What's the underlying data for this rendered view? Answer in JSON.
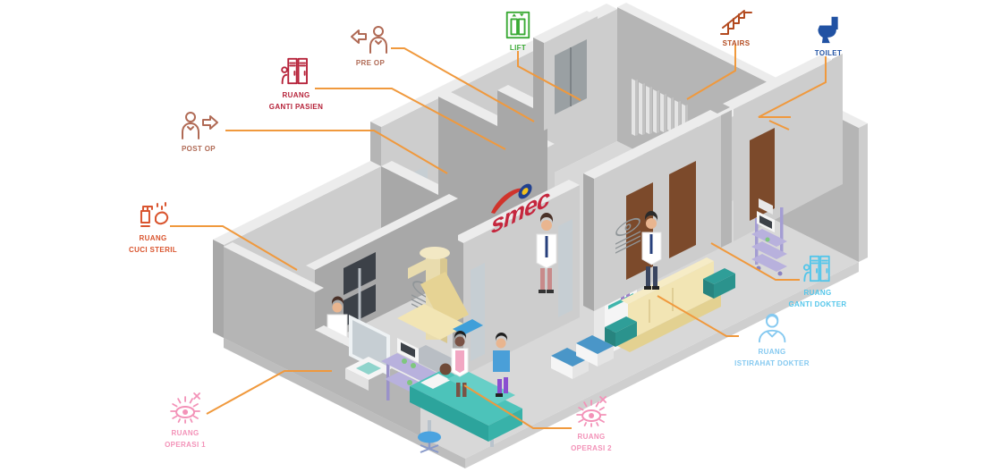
{
  "scene": {
    "logo_text": "smec"
  },
  "palette": {
    "connector": "#f0993d",
    "floor": "#d8d8d8",
    "wall_light": "#cdcdcd",
    "wall_mid": "#b5b5b5",
    "wall_dark": "#a8a8a8",
    "wall_top": "#ececec",
    "door": "#7c4a2b",
    "bed_teal": "#4cc3ba",
    "sofa_cream": "#f2e5b4",
    "glass": "#c6ced3",
    "screen": "#3c4148",
    "cart_lavender": "#b8b1dd",
    "teal": "#2f9e98",
    "blue": "#4a96c8",
    "logo_red": "#c5273e"
  },
  "labels": {
    "pre_op": {
      "line1": "PRE OP",
      "line2": "",
      "icon": "person-exit-left-icon",
      "color": "#b06a55"
    },
    "ruang_ganti_pasien": {
      "line1": "RUANG",
      "line2": "GANTI PASIEN",
      "icon": "lockers-icon",
      "color": "#b6233a"
    },
    "post_op": {
      "line1": "POST OP",
      "line2": "",
      "icon": "person-exit-right-icon",
      "color": "#b06a55"
    },
    "lift": {
      "line1": "LIFT",
      "line2": "",
      "icon": "elevator-icon",
      "color": "#3aaa35"
    },
    "stairs": {
      "line1": "STAIRS",
      "line2": "",
      "icon": "stairs-icon",
      "color": "#b34a1f"
    },
    "toilet": {
      "line1": "TOILET",
      "line2": "",
      "icon": "toilet-icon",
      "color": "#2152a3"
    },
    "ruang_cuci_steril": {
      "line1": "RUANG",
      "line2": "CUCI STERIL",
      "icon": "wash-sterile-icon",
      "color": "#d9542e"
    },
    "ruang_ganti_dokter": {
      "line1": "RUANG",
      "line2": "GANTI DOKTER",
      "icon": "lockers-icon",
      "color": "#54c6ea"
    },
    "ruang_istirahat_dokter": {
      "line1": "RUANG",
      "line2": "ISTIRAHAT DOKTER",
      "icon": "doctor-icon",
      "color": "#85c9f0"
    },
    "ruang_operasi_1": {
      "line1": "RUANG",
      "line2": "OPERASI 1",
      "icon": "eye-surgery-icon",
      "color": "#f392b8"
    },
    "ruang_operasi_2": {
      "line1": "RUANG",
      "line2": "OPERASI 2",
      "icon": "eye-surgery-icon",
      "color": "#f392b8"
    }
  }
}
